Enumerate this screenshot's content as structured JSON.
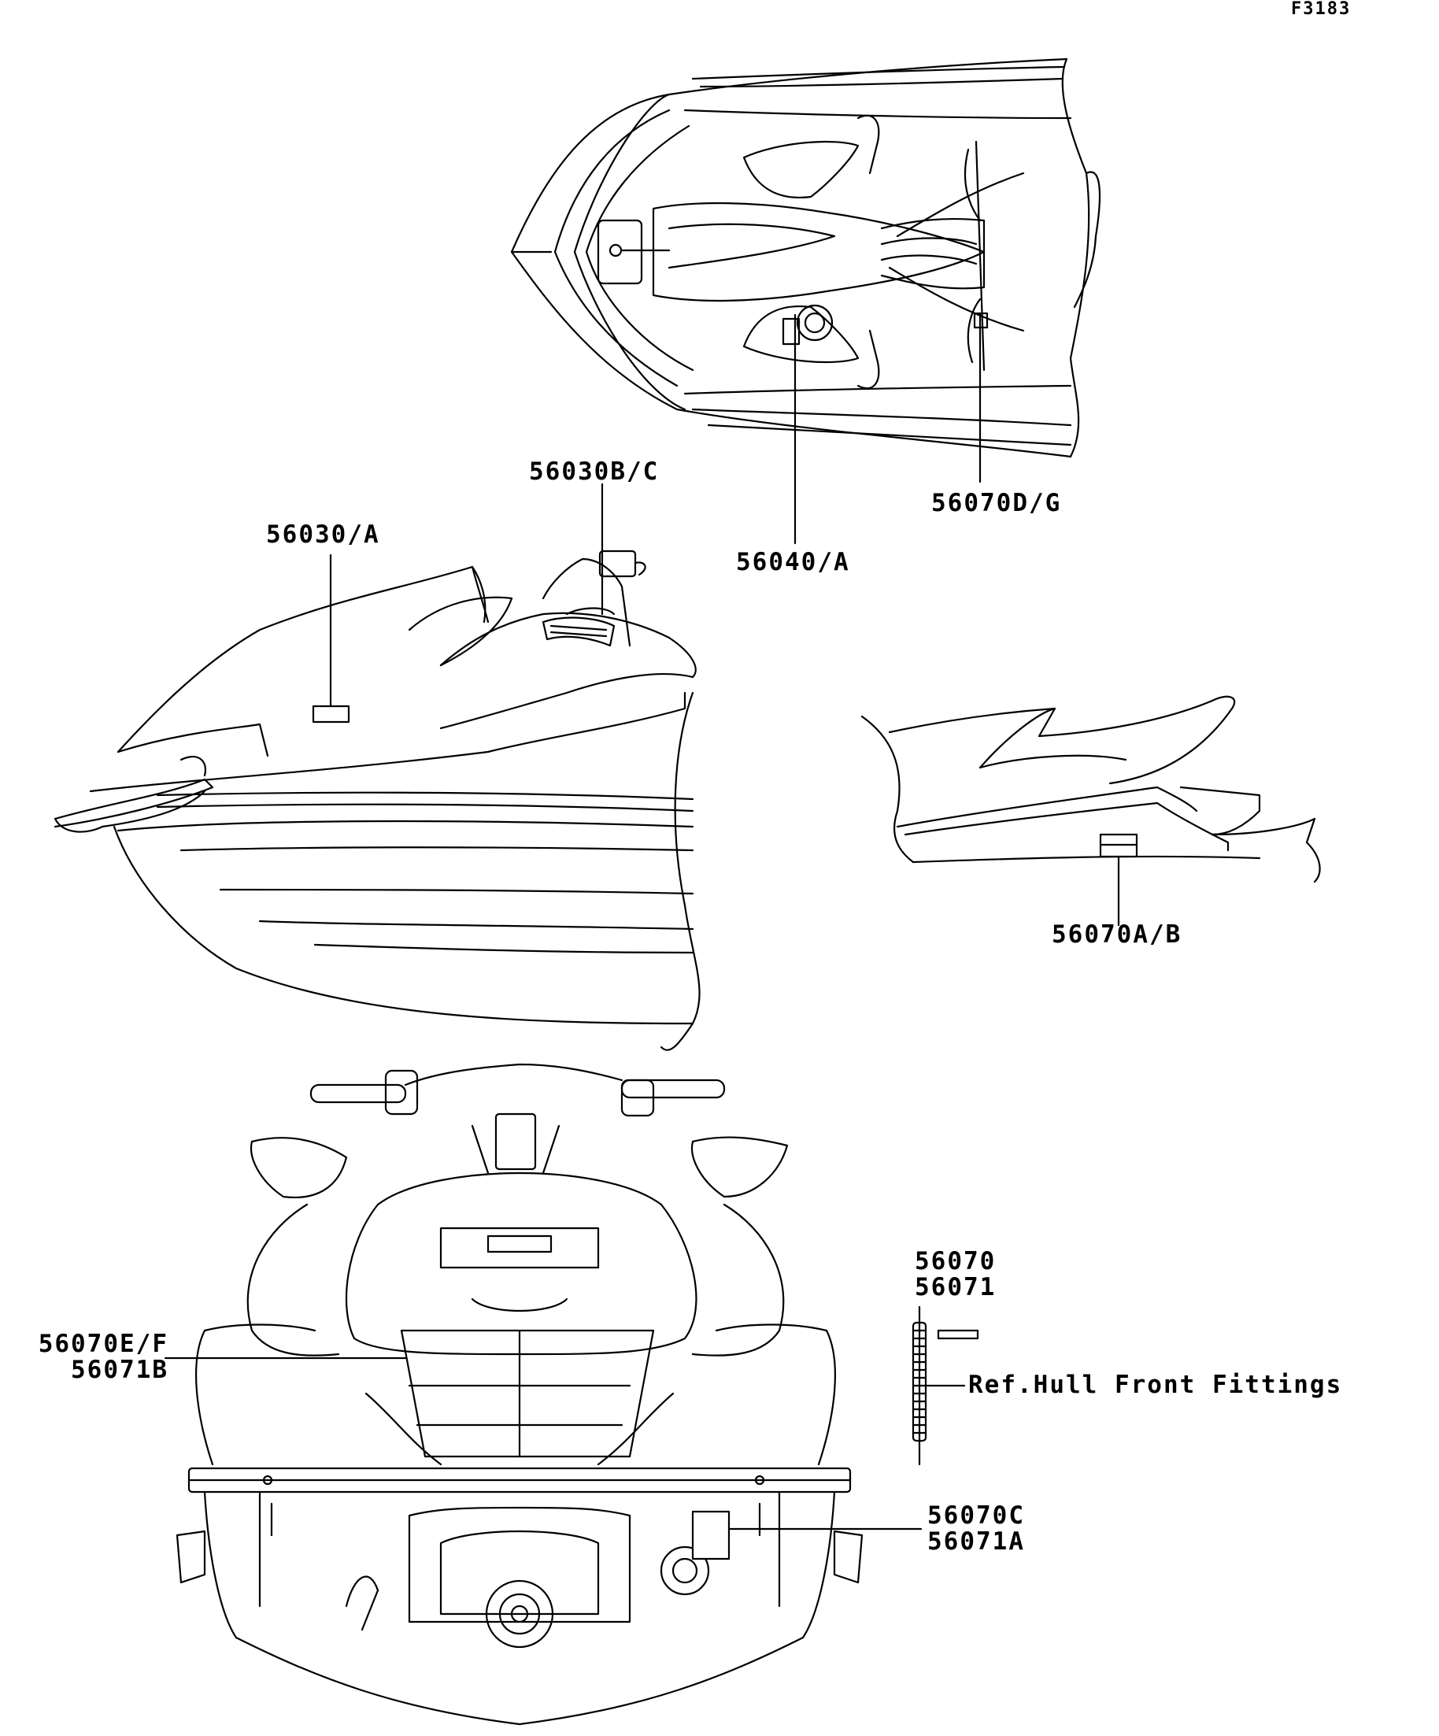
{
  "figure_code": "F3183",
  "callouts": {
    "top_view_right": "56070D/G",
    "top_view_center": "56040/A",
    "side_view_left": "56030/A",
    "side_view_steer": "56030B/C",
    "rear_side_view": "56070A/B",
    "rear_view_left_1": "56070E/F",
    "rear_view_left_2": "56071B",
    "spring_1": "56070",
    "spring_2": "56071",
    "spring_ref": "Ref.Hull Front Fittings",
    "rear_view_right_1": "56070C",
    "rear_view_right_2": "56071A"
  }
}
